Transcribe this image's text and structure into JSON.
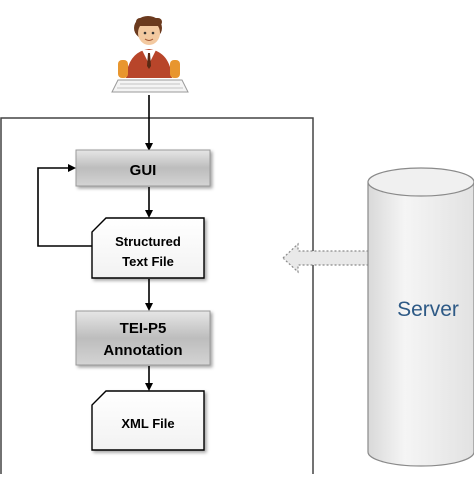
{
  "nodes": {
    "gui": {
      "label": "GUI"
    },
    "structured_text_file": {
      "line1": "Structured",
      "line2": "Text File"
    },
    "tei_annotation": {
      "line1": "TEI-P5",
      "line2": "Annotation"
    },
    "xml_file": {
      "label": "XML File"
    },
    "server": {
      "label": "Server"
    }
  },
  "icons": {
    "user": "user-at-keyboard-icon"
  },
  "colors": {
    "process_box": "#c8c8c8",
    "server_text": "#2e5a86",
    "outline": "#000000",
    "container_border": "#444444"
  }
}
